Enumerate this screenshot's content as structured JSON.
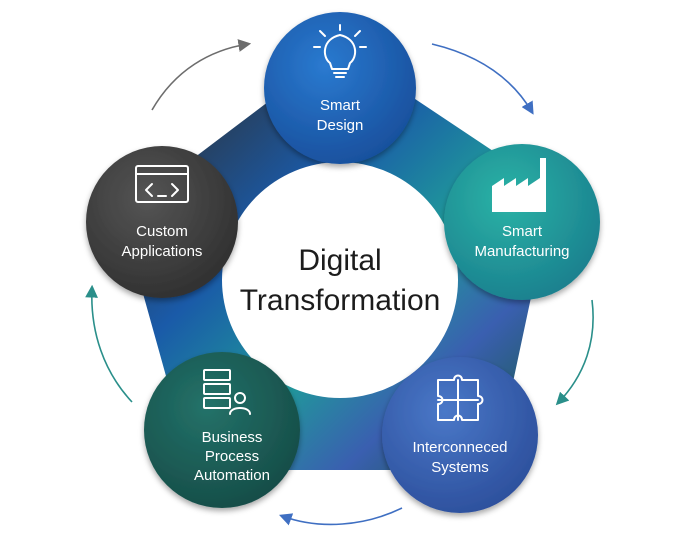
{
  "center": {
    "line1": "Digital",
    "line2": "Transformation"
  },
  "nodes": [
    {
      "id": "smart-design",
      "lines": [
        "Smart",
        "Design"
      ],
      "icon": "lightbulb-icon",
      "color": "#1f63b5"
    },
    {
      "id": "smart-manufacturing",
      "lines": [
        "Smart",
        "Manufacturing"
      ],
      "icon": "factory-icon",
      "color": "#1f9a8f"
    },
    {
      "id": "interconnected-systems",
      "lines": [
        "Interconneced",
        "Systems"
      ],
      "icon": "puzzle-icon",
      "color": "#3a5fb0"
    },
    {
      "id": "business-process-automation",
      "lines": [
        "Business",
        "Process",
        "Automation"
      ],
      "icon": "checklist-user-icon",
      "color": "#1b5c55"
    },
    {
      "id": "custom-applications",
      "lines": [
        "Custom",
        "Applications"
      ],
      "icon": "code-window-icon",
      "color": "#3f3f3f"
    }
  ],
  "colors": {
    "arrow_gray": "#6d6d6d",
    "arrow_blue": "#3f6fc2",
    "arrow_teal": "#2a8f8a"
  }
}
